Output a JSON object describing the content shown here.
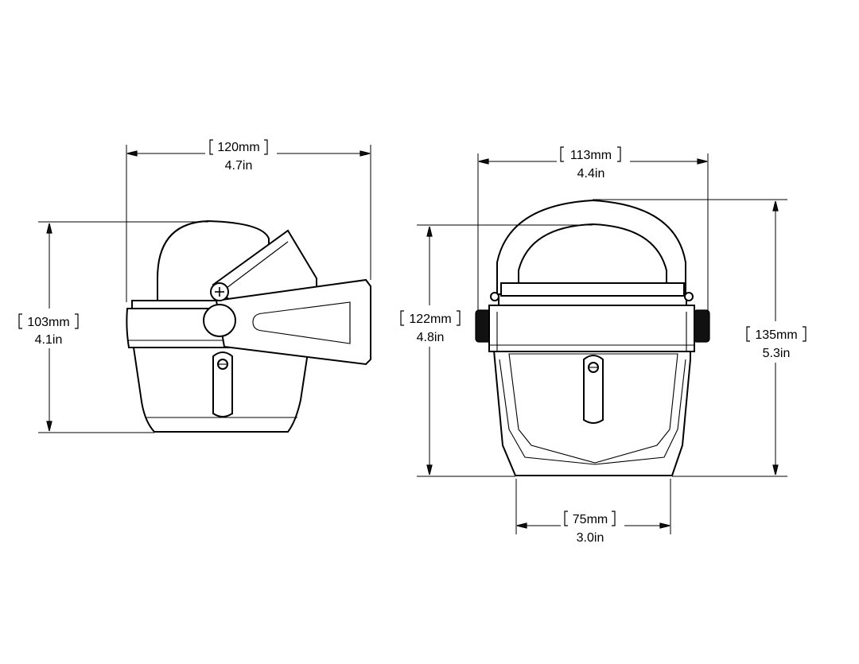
{
  "dimensions": {
    "side_width": {
      "metric": "120mm",
      "imperial": "4.7in"
    },
    "side_height": {
      "metric": "103mm",
      "imperial": "4.1in"
    },
    "front_width": {
      "metric": "113mm",
      "imperial": "4.4in"
    },
    "front_height": {
      "metric": "122mm",
      "imperial": "4.8in"
    },
    "total_height": {
      "metric": "135mm",
      "imperial": "5.3in"
    },
    "base_width": {
      "metric": "75mm",
      "imperial": "3.0in"
    }
  },
  "colors": {
    "line": "#000000",
    "background": "#ffffff"
  }
}
